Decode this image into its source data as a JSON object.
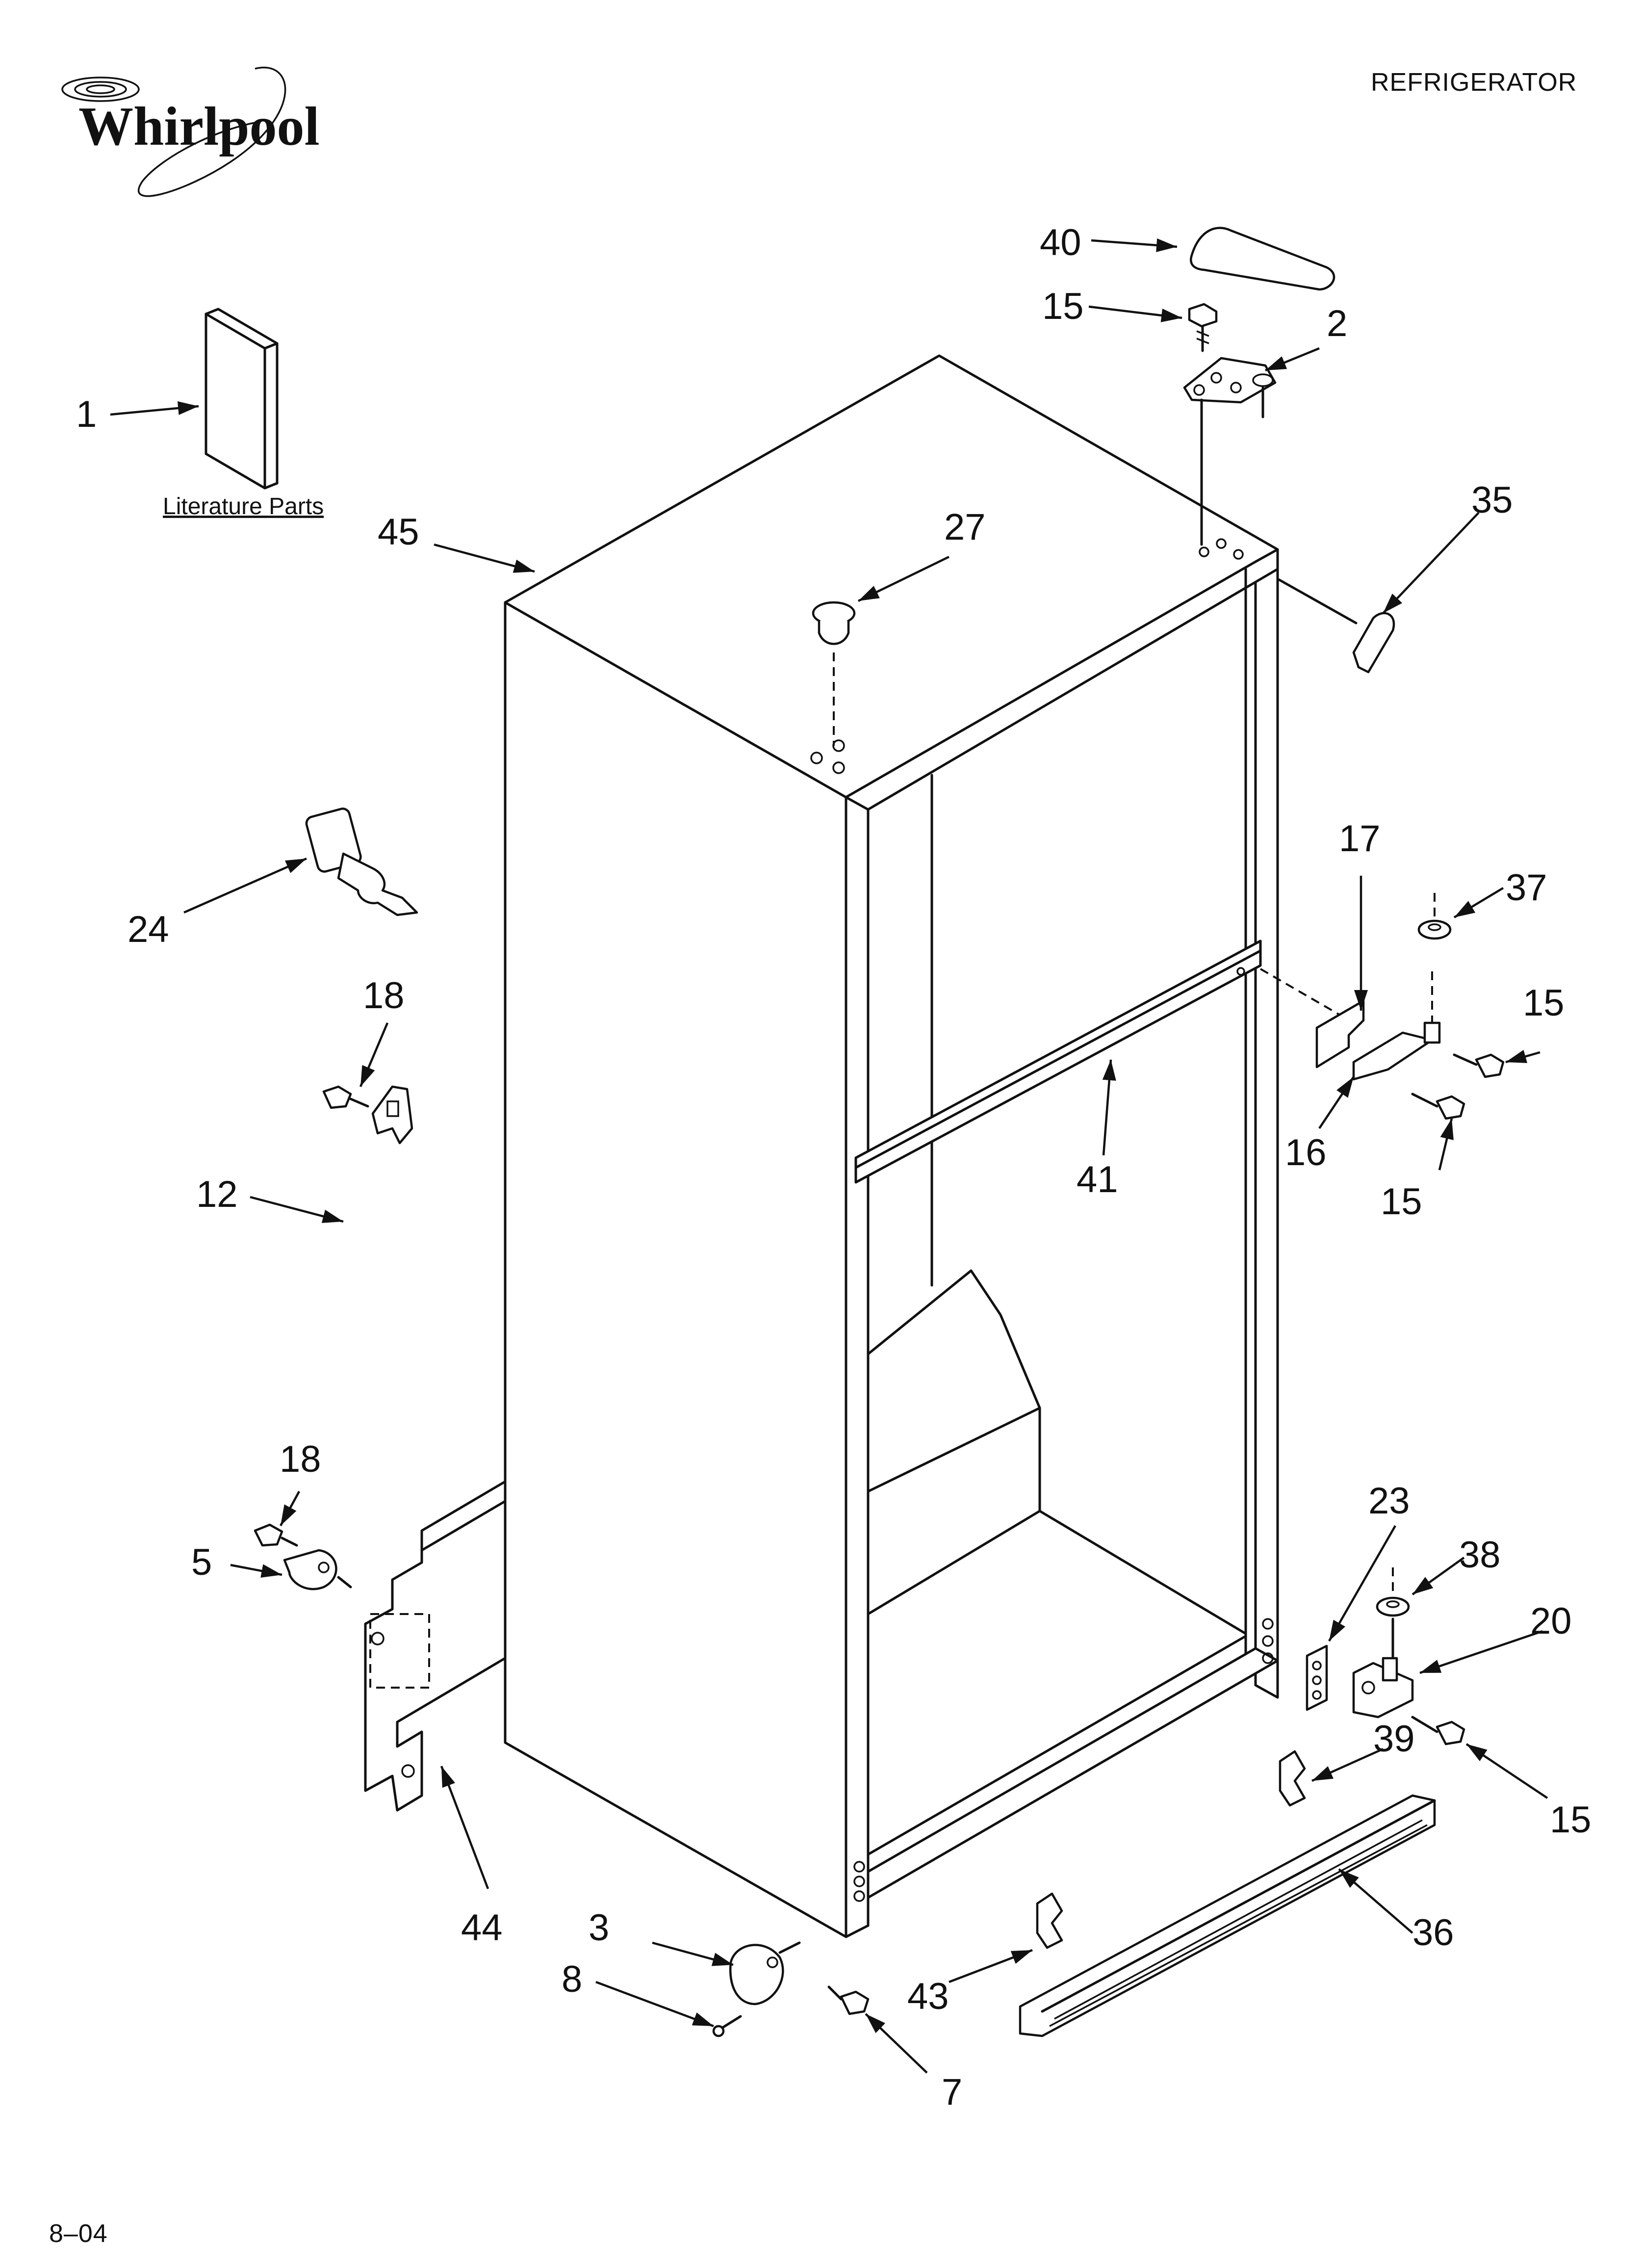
{
  "header": {
    "brand": "Whirlpool",
    "title": "REFRIGERATOR"
  },
  "literature_label": "Literature Parts",
  "footer": {
    "date_code": "8–04"
  },
  "callouts": {
    "c1": "1",
    "c2": "2",
    "c3": "3",
    "c5": "5",
    "c7": "7",
    "c8": "8",
    "c12": "12",
    "c15a": "15",
    "c15b": "15",
    "c15c": "15",
    "c15d": "15",
    "c16": "16",
    "c17": "17",
    "c18a": "18",
    "c18b": "18",
    "c20": "20",
    "c23": "23",
    "c24": "24",
    "c27": "27",
    "c35": "35",
    "c36": "36",
    "c37": "37",
    "c38": "38",
    "c39": "39",
    "c40": "40",
    "c41": "41",
    "c43": "43",
    "c44": "44",
    "c45": "45"
  }
}
